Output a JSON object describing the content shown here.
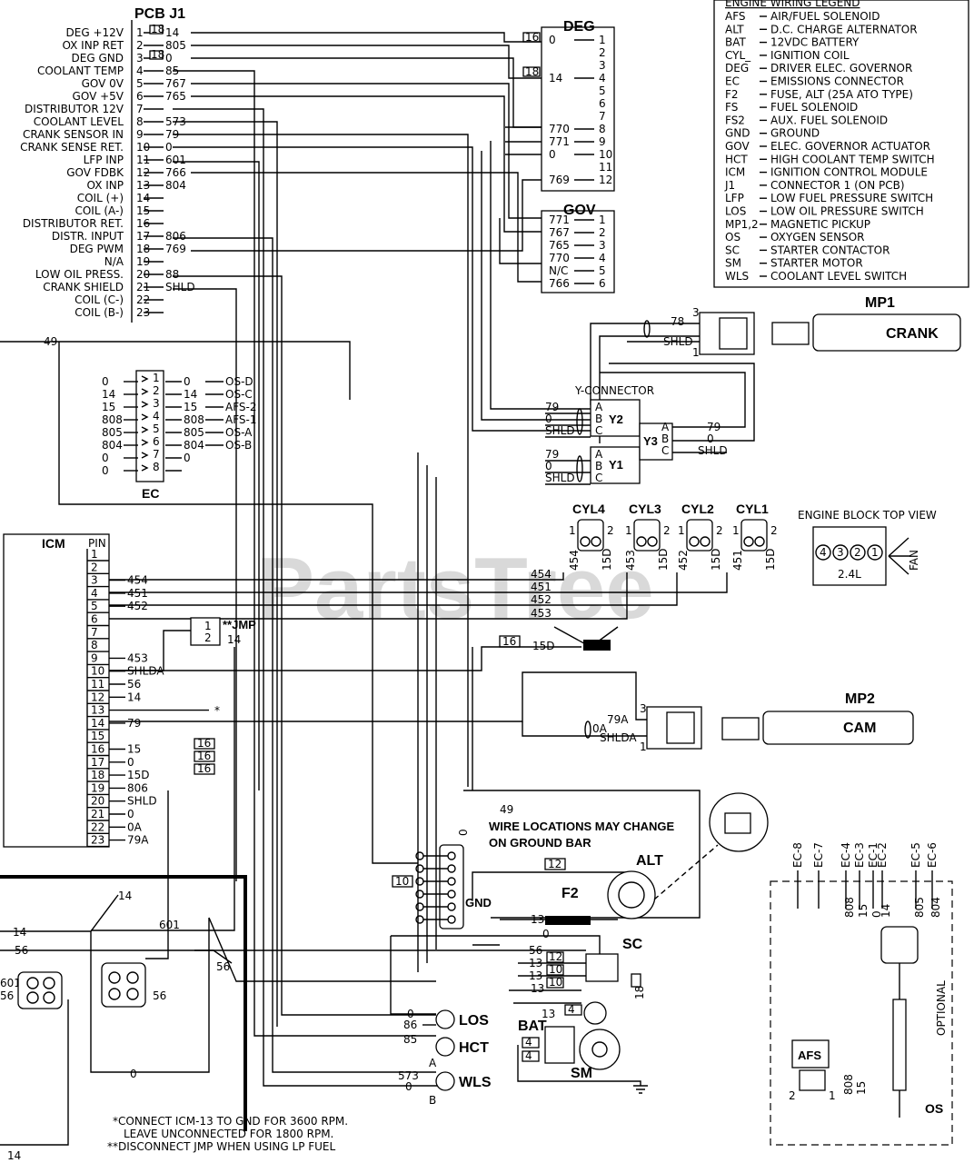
{
  "watermark": "PartsTree",
  "pcb": {
    "title": "PCB J1",
    "rows": [
      {
        "label": "DEG +12V",
        "pin": "1",
        "wire": "14",
        "tag": "18"
      },
      {
        "label": "OX INP RET",
        "pin": "2",
        "wire": "805",
        "tag": ""
      },
      {
        "label": "DEG GND",
        "pin": "3",
        "wire": "0",
        "tag": "18"
      },
      {
        "label": "COOLANT TEMP",
        "pin": "4",
        "wire": "85",
        "tag": ""
      },
      {
        "label": "GOV 0V",
        "pin": "5",
        "wire": "767",
        "tag": ""
      },
      {
        "label": "GOV +5V",
        "pin": "6",
        "wire": "765",
        "tag": ""
      },
      {
        "label": "DISTRIBUTOR 12V",
        "pin": "7",
        "wire": "",
        "tag": ""
      },
      {
        "label": "COOLANT LEVEL",
        "pin": "8",
        "wire": "573",
        "tag": ""
      },
      {
        "label": "CRANK SENSOR IN",
        "pin": "9",
        "wire": "79",
        "tag": ""
      },
      {
        "label": "CRANK SENSE RET.",
        "pin": "10",
        "wire": "0",
        "tag": ""
      },
      {
        "label": "LFP INP",
        "pin": "11",
        "wire": "601",
        "tag": ""
      },
      {
        "label": "GOV FDBK",
        "pin": "12",
        "wire": "766",
        "tag": ""
      },
      {
        "label": "OX INP",
        "pin": "13",
        "wire": "804",
        "tag": ""
      },
      {
        "label": "COIL (+)",
        "pin": "14",
        "wire": "",
        "tag": ""
      },
      {
        "label": "COIL (A-)",
        "pin": "15",
        "wire": "",
        "tag": ""
      },
      {
        "label": "DISTRIBUTOR RET.",
        "pin": "16",
        "wire": "",
        "tag": ""
      },
      {
        "label": "DISTR. INPUT",
        "pin": "17",
        "wire": "806",
        "tag": ""
      },
      {
        "label": "DEG PWM",
        "pin": "18",
        "wire": "769",
        "tag": ""
      },
      {
        "label": "N/A",
        "pin": "19",
        "wire": "",
        "tag": ""
      },
      {
        "label": "LOW OIL PRESS.",
        "pin": "20",
        "wire": "88",
        "tag": ""
      },
      {
        "label": "CRANK SHIELD",
        "pin": "21",
        "wire": "SHLD",
        "tag": ""
      },
      {
        "label": "COIL (C-)",
        "pin": "22",
        "wire": "",
        "tag": ""
      },
      {
        "label": "COIL (B-)",
        "pin": "23",
        "wire": "",
        "tag": ""
      }
    ]
  },
  "deg": {
    "title": "DEG",
    "rows": [
      {
        "pin": "1",
        "wire": "0"
      },
      {
        "pin": "2",
        "wire": ""
      },
      {
        "pin": "3",
        "wire": ""
      },
      {
        "pin": "4",
        "wire": "14"
      },
      {
        "pin": "5",
        "wire": ""
      },
      {
        "pin": "6",
        "wire": ""
      },
      {
        "pin": "7",
        "wire": ""
      },
      {
        "pin": "8",
        "wire": "770"
      },
      {
        "pin": "9",
        "wire": "771"
      },
      {
        "pin": "10",
        "wire": "0"
      },
      {
        "pin": "11",
        "wire": ""
      },
      {
        "pin": "12",
        "wire": "769"
      }
    ],
    "tag1": "16",
    "tag2": "18"
  },
  "gov": {
    "title": "GOV",
    "rows": [
      {
        "pin": "1",
        "wire": "771"
      },
      {
        "pin": "2",
        "wire": "767"
      },
      {
        "pin": "3",
        "wire": "765"
      },
      {
        "pin": "4",
        "wire": "770"
      },
      {
        "pin": "5",
        "wire": "N/C"
      },
      {
        "pin": "6",
        "wire": "766"
      }
    ]
  },
  "legend": {
    "title": "ENGINE WIRING LEGEND",
    "items": [
      {
        "code": "AFS",
        "desc": "AIR/FUEL SOLENOID"
      },
      {
        "code": "ALT",
        "desc": "D.C. CHARGE ALTERNATOR"
      },
      {
        "code": "BAT",
        "desc": "12VDC BATTERY"
      },
      {
        "code": "CYL_",
        "desc": "IGNITION COIL"
      },
      {
        "code": "DEG",
        "desc": "DRIVER ELEC. GOVERNOR"
      },
      {
        "code": "EC",
        "desc": "EMISSIONS CONNECTOR"
      },
      {
        "code": "F2",
        "desc": "FUSE, ALT (25A ATO TYPE)"
      },
      {
        "code": "FS",
        "desc": "FUEL SOLENOID"
      },
      {
        "code": "FS2",
        "desc": "AUX. FUEL SOLENOID"
      },
      {
        "code": "GND",
        "desc": "GROUND"
      },
      {
        "code": "GOV",
        "desc": "ELEC. GOVERNOR ACTUATOR"
      },
      {
        "code": "HCT",
        "desc": "HIGH COOLANT TEMP SWITCH"
      },
      {
        "code": "ICM",
        "desc": "IGNITION CONTROL MODULE"
      },
      {
        "code": "J1",
        "desc": "CONNECTOR 1 (ON PCB)"
      },
      {
        "code": "LFP",
        "desc": "LOW FUEL PRESSURE SWITCH"
      },
      {
        "code": "LOS",
        "desc": "LOW OIL PRESSURE SWITCH"
      },
      {
        "code": "MP1,2",
        "desc": "MAGNETIC PICKUP"
      },
      {
        "code": "OS",
        "desc": "OXYGEN SENSOR"
      },
      {
        "code": "SC",
        "desc": "STARTER CONTACTOR"
      },
      {
        "code": "SM",
        "desc": "STARTER MOTOR"
      },
      {
        "code": "WLS",
        "desc": "COOLANT LEVEL SWITCH"
      }
    ]
  },
  "mp1": {
    "title": "MP1",
    "body": "CRANK",
    "wires": [
      "78",
      "SHLD"
    ],
    "pins": [
      "3",
      "1"
    ]
  },
  "mp2": {
    "title": "MP2",
    "body": "CAM",
    "wires": [
      "79A",
      "0A",
      "SHLDA"
    ],
    "pins": [
      "3",
      "1"
    ]
  },
  "yconnector": {
    "title": "Y-CONNECTOR",
    "y2": {
      "label": "Y2",
      "pins": [
        "A",
        "B",
        "C"
      ],
      "wires": [
        "79",
        "0",
        "SHLD"
      ]
    },
    "y1": {
      "label": "Y1",
      "pins": [
        "A",
        "B",
        "C"
      ],
      "wires": [
        "79",
        "0",
        "SHLD"
      ]
    },
    "y3": {
      "label": "Y3",
      "pins": [
        "A",
        "B",
        "C"
      ],
      "wires": [
        "79",
        "0",
        "SHLD"
      ]
    }
  },
  "ec": {
    "title": "EC",
    "pins": [
      "1",
      "2",
      "3",
      "4",
      "5",
      "6",
      "7",
      "8"
    ],
    "left": [
      "0",
      "14",
      "15",
      "808",
      "805",
      "804",
      "0",
      "0"
    ],
    "right": [
      "0",
      "14",
      "15",
      "808",
      "805",
      "804",
      "0",
      ""
    ],
    "dest": [
      "OS-D",
      "OS-C",
      "AFS-2",
      "AFS-1",
      "OS-A",
      "OS-B",
      "",
      ""
    ]
  },
  "top_wire": "49",
  "cylinders": {
    "items": [
      "CYL4",
      "CYL3",
      "CYL2",
      "CYL1"
    ],
    "pin_left": "1",
    "pin_right": "2",
    "wires": [
      [
        "454",
        "15D"
      ],
      [
        "453",
        "15D"
      ],
      [
        "452",
        "15D"
      ],
      [
        "451",
        "15D"
      ]
    ]
  },
  "engine_block": {
    "title": "ENGINE BLOCK TOP VIEW",
    "cyls": [
      "4",
      "3",
      "2",
      "1"
    ],
    "displacement": "2.4L",
    "fan": "FAN"
  },
  "icm": {
    "title": "ICM",
    "pin_header": "PIN",
    "pins": [
      "1",
      "2",
      "3",
      "4",
      "5",
      "6",
      "7",
      "8",
      "9",
      "10",
      "11",
      "12",
      "13",
      "14",
      "15",
      "16",
      "17",
      "18",
      "19",
      "20",
      "21",
      "22",
      "23"
    ],
    "wires": {
      "3": "454",
      "4": "451",
      "5": "452",
      "9": "453",
      "10": "SHLDA",
      "11": "56",
      "12": "14",
      "14": "79",
      "16": "15",
      "17": "0",
      "18": "15D",
      "19": "806",
      "20": "SHLD",
      "21": "0",
      "22": "0A",
      "23": "79A"
    },
    "tags": [
      "16",
      "16",
      "16"
    ],
    "star": "*"
  },
  "jmp": {
    "title": "**JMP",
    "pins": [
      "1",
      "2"
    ],
    "wire": "14"
  },
  "bundle": {
    "wires": [
      "454",
      "451",
      "452",
      "453"
    ],
    "tag": "16",
    "out": "15D"
  },
  "ground": {
    "note1": "WIRE LOCATIONS MAY CHANGE",
    "note2": "ON GROUND BAR",
    "label": "GND",
    "wire49": "49",
    "wire0": "0",
    "tag12": "12",
    "tag10": "10"
  },
  "alt": {
    "title": "ALT"
  },
  "f2": {
    "title": "F2",
    "wire": "13"
  },
  "sc": {
    "title": "SC",
    "wires": [
      "0",
      "56",
      "13",
      "13",
      "13"
    ],
    "tags": [
      "12",
      "10",
      "10",
      "18"
    ]
  },
  "sensors": [
    {
      "label": "LOS",
      "wire": "0"
    },
    {
      "label": "HCT",
      "wire": "86",
      "wire2": "85"
    },
    {
      "label": "WLS",
      "wire": "573",
      "wire2": "0",
      "a": "A",
      "b": "B"
    }
  ],
  "bat": {
    "title": "BAT",
    "wire": "13",
    "tags": [
      "4",
      "4"
    ]
  },
  "sm": {
    "title": "SM",
    "tag": "4"
  },
  "left_wires": {
    "w14a": "14",
    "w56": "56",
    "w601": "601",
    "w56b": "56",
    "w14b": "14",
    "w0": "0",
    "w14c": "14",
    "w601b": "601",
    "w56c": "56"
  },
  "optional": {
    "header": [
      "EC-8",
      "EC-7",
      "EC-4",
      "EC-3",
      "EC-1",
      "EC-2",
      "EC-5",
      "EC-6"
    ],
    "wires": [
      "808",
      "15",
      "0",
      "14",
      "805",
      "804"
    ],
    "afs": "AFS",
    "afs_pins": [
      "2",
      "1"
    ],
    "afs_wires": [
      "808",
      "15"
    ],
    "os": "OS",
    "label": "OPTIONAL"
  },
  "footnotes": [
    "*CONNECT ICM-13 TO GND FOR 3600 RPM.",
    "LEAVE UNCONNECTED FOR 1800 RPM.",
    "**DISCONNECT JMP WHEN USING LP FUEL"
  ]
}
